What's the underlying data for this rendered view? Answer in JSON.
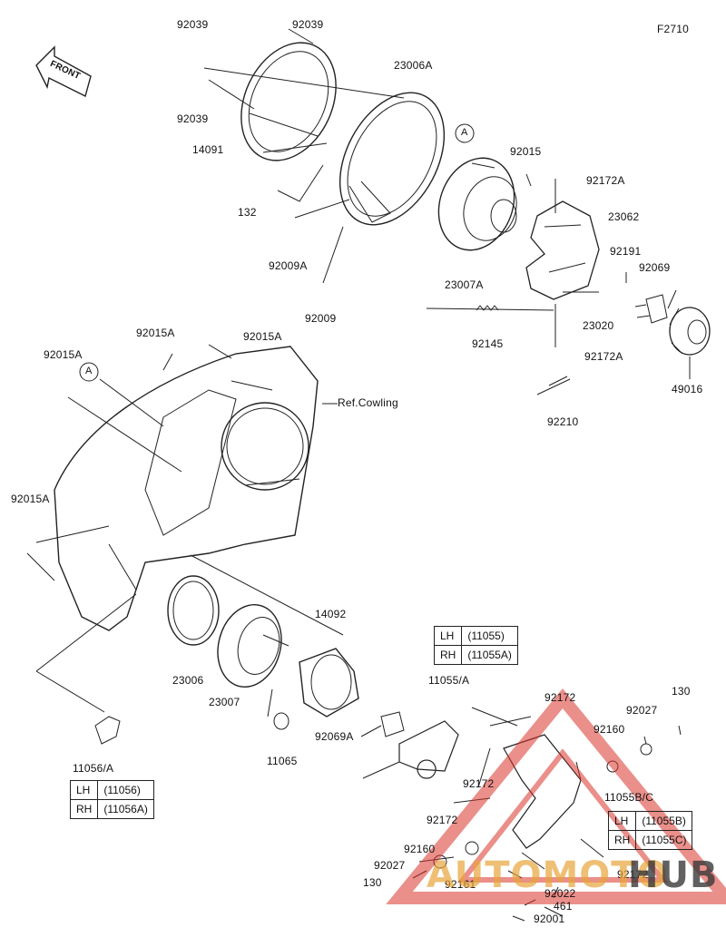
{
  "diagram_code": "F2710",
  "front_label": "FRONT",
  "ref_label": "Ref.Cowling",
  "callout_letter": "A",
  "watermark": {
    "auto": "AUTOMOTO",
    "hub": "HUB"
  },
  "colors": {
    "line": "#222222",
    "watermark_red": "#d9342b",
    "watermark_dark": "#3a3a3a"
  },
  "part_labels": [
    {
      "id": "92039a",
      "text": "92039"
    },
    {
      "id": "92039b",
      "text": "92039"
    },
    {
      "id": "92039c",
      "text": "92039"
    },
    {
      "id": "23006A",
      "text": "23006A"
    },
    {
      "id": "14091",
      "text": "14091"
    },
    {
      "id": "132",
      "text": "132"
    },
    {
      "id": "92009A",
      "text": "92009A"
    },
    {
      "id": "92009",
      "text": "92009"
    },
    {
      "id": "92015",
      "text": "92015"
    },
    {
      "id": "92172A_top",
      "text": "92172A"
    },
    {
      "id": "23062",
      "text": "23062"
    },
    {
      "id": "92191",
      "text": "92191"
    },
    {
      "id": "92069",
      "text": "92069"
    },
    {
      "id": "23007A",
      "text": "23007A"
    },
    {
      "id": "23020",
      "text": "23020"
    },
    {
      "id": "92145",
      "text": "92145"
    },
    {
      "id": "92172A_bot",
      "text": "92172A"
    },
    {
      "id": "49016",
      "text": "49016"
    },
    {
      "id": "92210",
      "text": "92210"
    },
    {
      "id": "92015A_1",
      "text": "92015A"
    },
    {
      "id": "92015A_2",
      "text": "92015A"
    },
    {
      "id": "92015A_3",
      "text": "92015A"
    },
    {
      "id": "92015A_4",
      "text": "92015A"
    },
    {
      "id": "14092",
      "text": "14092"
    },
    {
      "id": "11055A_slash",
      "text": "11055/A"
    },
    {
      "id": "23006",
      "text": "23006"
    },
    {
      "id": "23007",
      "text": "23007"
    },
    {
      "id": "92069A",
      "text": "92069A"
    },
    {
      "id": "11065",
      "text": "11065"
    },
    {
      "id": "11056A_slash",
      "text": "11056/A"
    },
    {
      "id": "92172_a",
      "text": "92172"
    },
    {
      "id": "92027_a",
      "text": "92027"
    },
    {
      "id": "130_a",
      "text": "130"
    },
    {
      "id": "92160_a",
      "text": "92160"
    },
    {
      "id": "92172_b",
      "text": "92172"
    },
    {
      "id": "11055BC",
      "text": "11055B/C"
    },
    {
      "id": "92172_c",
      "text": "92172"
    },
    {
      "id": "92160_b",
      "text": "92160"
    },
    {
      "id": "92027_b",
      "text": "92027"
    },
    {
      "id": "130_b",
      "text": "130"
    },
    {
      "id": "92161",
      "text": "92161"
    },
    {
      "id": "92022",
      "text": "92022"
    },
    {
      "id": "92172_d",
      "text": "92172"
    },
    {
      "id": "461",
      "text": "461"
    },
    {
      "id": "92001",
      "text": "92001"
    }
  ],
  "tables": {
    "t11055": [
      [
        "LH",
        "(11055)"
      ],
      [
        "RH",
        "(11055A)"
      ]
    ],
    "t11056": [
      [
        "LH",
        "(11056)"
      ],
      [
        "RH",
        "(11056A)"
      ]
    ],
    "t11055bc": [
      [
        "LH",
        "(11055B)"
      ],
      [
        "RH",
        "(11055C)"
      ]
    ]
  }
}
